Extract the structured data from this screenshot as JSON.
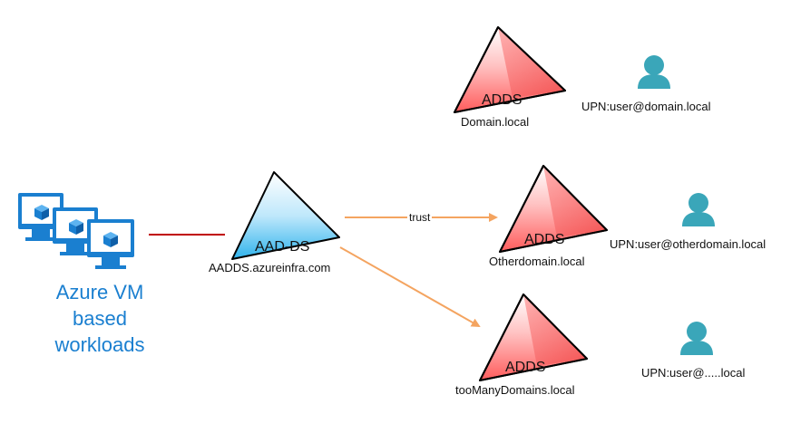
{
  "workloads": {
    "lines": [
      "Azure VM",
      "based",
      "workloads"
    ],
    "icon": "virtual-machines-icon"
  },
  "aadds": {
    "label": "AAD-DS",
    "domain": "AADDS.azureinfra.com"
  },
  "trust_label": "trust",
  "forests": [
    {
      "label": "ADDS",
      "domain": "Domain.local",
      "upn": "UPN:user@domain.local"
    },
    {
      "label": "ADDS",
      "domain": "Otherdomain.local",
      "upn": "UPN:user@otherdomain.local"
    },
    {
      "label": "ADDS",
      "domain": "tooManyDomains.local",
      "upn": "UPN:user@.....local"
    }
  ],
  "colors": {
    "vm_blue": "#1a7fd0",
    "workload_text": "#1a7fd0",
    "connector_red": "#c00000",
    "arrow_orange": "#f4a460",
    "adds_red": "#ff6b6b",
    "aadds_blue": "#4fc3f7",
    "user_teal": "#3aa6b9"
  },
  "user_icon": "user-icon"
}
